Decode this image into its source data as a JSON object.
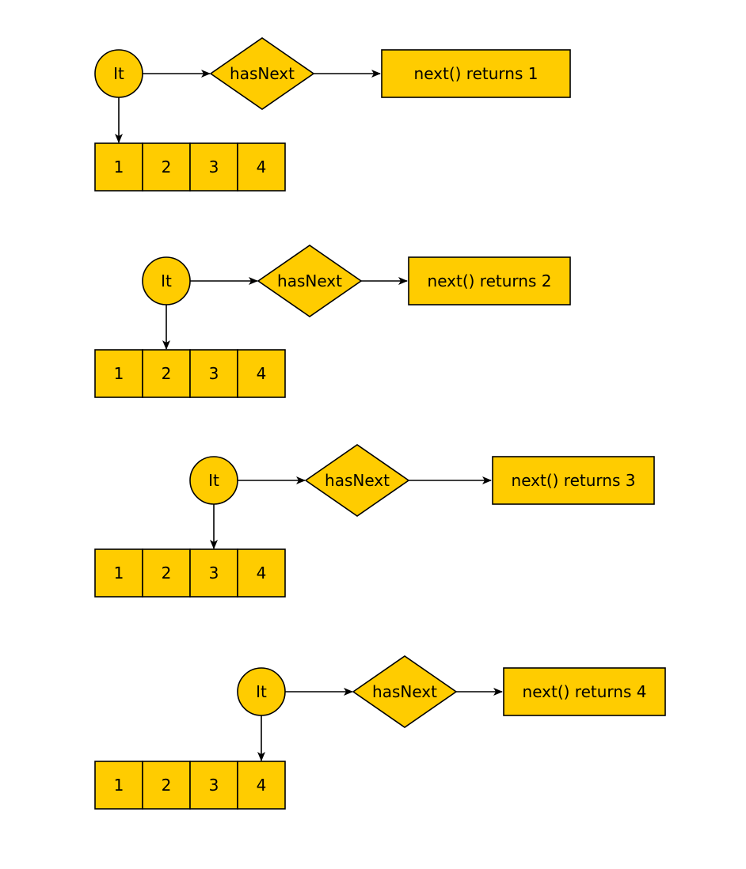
{
  "colors": {
    "fill": "#ffcc00",
    "stroke": "#000000",
    "background": "#ffffff"
  },
  "steps": [
    {
      "iterator_label": "It",
      "check_label": "hasNext",
      "result_label": "next() returns 1",
      "cells": [
        "1",
        "2",
        "3",
        "4"
      ],
      "current_index": 0
    },
    {
      "iterator_label": "It",
      "check_label": "hasNext",
      "result_label": "next() returns 2",
      "cells": [
        "1",
        "2",
        "3",
        "4"
      ],
      "current_index": 1
    },
    {
      "iterator_label": "It",
      "check_label": "hasNext",
      "result_label": "next() returns 3",
      "cells": [
        "1",
        "2",
        "3",
        "4"
      ],
      "current_index": 2
    },
    {
      "iterator_label": "It",
      "check_label": "hasNext",
      "result_label": "next() returns 4",
      "cells": [
        "1",
        "2",
        "3",
        "4"
      ],
      "current_index": 3
    }
  ]
}
